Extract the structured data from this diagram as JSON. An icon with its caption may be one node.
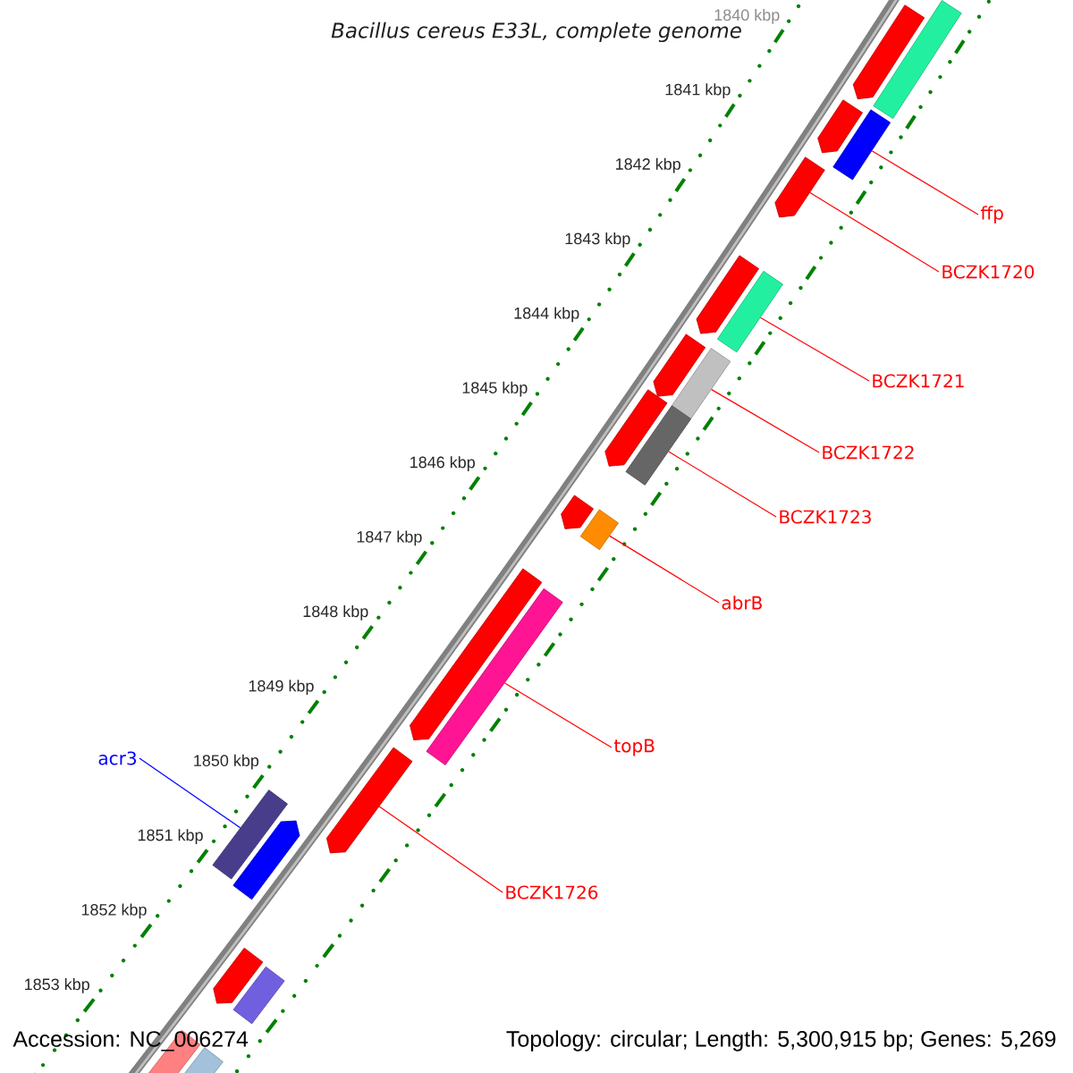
{
  "diagram": {
    "title": "Bacillus cereus E33L, complete genome",
    "nodes": [
      {
        "text": [
          "ffp"
        ]
      },
      {
        "text": [
          "BCZK1720"
        ]
      },
      {
        "text": [
          "BCZK1721"
        ]
      },
      {
        "text": [
          "BCZK1722"
        ]
      },
      {
        "text": [
          "BCZK1723"
        ]
      },
      {
        "text": [
          "abrB"
        ]
      },
      {
        "text": [
          "topB"
        ]
      },
      {
        "text": [
          "BCZK1726"
        ]
      },
      {
        "text": [
          "acr3"
        ]
      },
      {
        "text": [],
        "shape": "pentagon"
      },
      {
        "text": [],
        "shape": "box"
      },
      {
        "text": [],
        "shape": "box"
      },
      {
        "text": [],
        "shape": "pentagon"
      },
      {
        "text": [],
        "shape": "pentagon"
      },
      {
        "text": [],
        "shape": "pentagon"
      },
      {
        "text": [],
        "shape": "box"
      },
      {
        "text": [],
        "shape": "pentagon"
      },
      {
        "text": [],
        "shape": "box"
      },
      {
        "text": [],
        "shape": "pentagon"
      },
      {
        "text": [],
        "shape": "box"
      },
      {
        "text": [],
        "shape": "pentagon"
      },
      {
        "text": [],
        "shape": "box"
      },
      {
        "text": [],
        "shape": "pentagon"
      },
      {
        "text": [],
        "shape": "box"
      },
      {
        "text": [],
        "shape": "pentagon"
      },
      {
        "text": [],
        "shape": "box"
      },
      {
        "text": [],
        "shape": "pentagon"
      },
      {
        "text": [],
        "shape": "pentagon"
      },
      {
        "text": [],
        "shape": "box"
      },
      {
        "text": [],
        "shape": "pentagon"
      },
      {
        "text": [],
        "shape": "box"
      }
    ],
    "edges": [
      {
        "from": 0,
        "to": 11,
        "arrow": "none"
      },
      {
        "from": 1,
        "to": 13,
        "arrow": "none"
      },
      {
        "from": 2,
        "to": 15,
        "arrow": "none"
      },
      {
        "from": 3,
        "to": 17,
        "arrow": "none"
      },
      {
        "from": 4,
        "to": 19,
        "arrow": "none"
      },
      {
        "from": 5,
        "to": 21,
        "arrow": "none"
      },
      {
        "from": 6,
        "to": 23,
        "arrow": "none"
      },
      {
        "from": 7,
        "to": 24,
        "arrow": "none"
      },
      {
        "from": 8,
        "to": 25,
        "arrow": "none",
        "color": "#0000ff"
      }
    ],
    "labels": [
      "1840 kbp",
      "1841 kbp",
      "1842 kbp",
      "1843 kbp",
      "1844 kbp",
      "1845 kbp",
      "1846 kbp",
      "1847 kbp",
      "1848 kbp",
      "1849 kbp",
      "1850 kbp",
      "1851 kbp",
      "1852 kbp",
      "1853 kbp",
      "Accession: NC_006274",
      "Topology: circular; Length: 5,300,915 bp; Genes: 5,269"
    ]
  }
}
